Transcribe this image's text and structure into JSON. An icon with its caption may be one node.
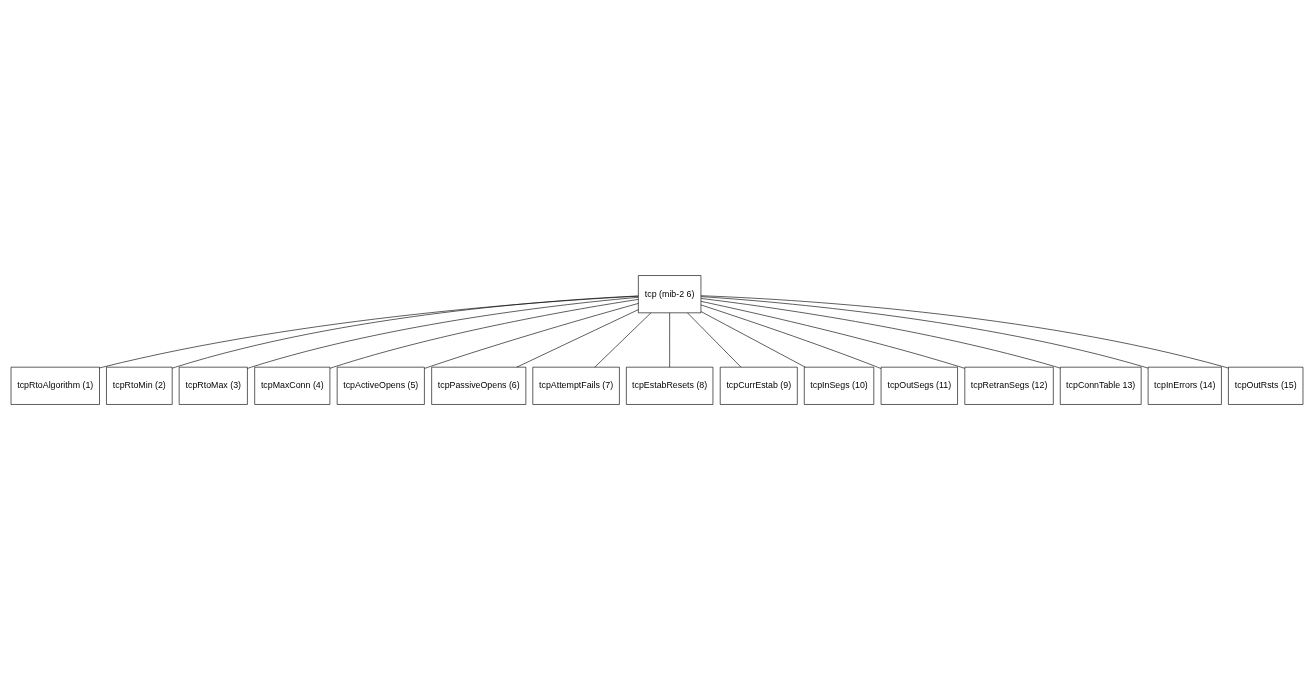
{
  "diagram": {
    "nodes": [
      {
        "text": [
          "tcp (mib-2 6)"
        ]
      },
      {
        "text": [
          "tcpRtoAlgorithm (1)"
        ]
      },
      {
        "text": [
          "tcpRtoMin (2)"
        ]
      },
      {
        "text": [
          "tcpRtoMax (3)"
        ]
      },
      {
        "text": [
          "tcpMaxConn (4)"
        ]
      },
      {
        "text": [
          "tcpActiveOpens (5)"
        ]
      },
      {
        "text": [
          "tcpPassiveOpens (6)"
        ]
      },
      {
        "text": [
          "tcpAttemptFails (7)"
        ]
      },
      {
        "text": [
          "tcpEstabResets (8)"
        ]
      },
      {
        "text": [
          "tcpCurrEstab (9)"
        ]
      },
      {
        "text": [
          "tcpInSegs (10)"
        ]
      },
      {
        "text": [
          "tcpOutSegs (11)"
        ]
      },
      {
        "text": [
          "tcpRetranSegs (12)"
        ]
      },
      {
        "text": [
          "tcpConnTable 13)"
        ]
      },
      {
        "text": [
          "tcpInErrors (14)"
        ]
      },
      {
        "text": [
          "tcpOutRsts (15)"
        ]
      }
    ],
    "edges": [
      {
        "from": 0,
        "to": 1,
        "arrow": "none"
      },
      {
        "from": 0,
        "to": 2,
        "arrow": "none"
      },
      {
        "from": 0,
        "to": 3,
        "arrow": "none"
      },
      {
        "from": 0,
        "to": 4,
        "arrow": "none"
      },
      {
        "from": 0,
        "to": 5,
        "arrow": "none"
      },
      {
        "from": 0,
        "to": 6,
        "arrow": "none"
      },
      {
        "from": 0,
        "to": 7,
        "arrow": "none"
      },
      {
        "from": 0,
        "to": 8,
        "arrow": "none"
      },
      {
        "from": 0,
        "to": 9,
        "arrow": "none"
      },
      {
        "from": 0,
        "to": 10,
        "arrow": "none"
      },
      {
        "from": 0,
        "to": 11,
        "arrow": "none"
      },
      {
        "from": 0,
        "to": 12,
        "arrow": "none"
      },
      {
        "from": 0,
        "to": 13,
        "arrow": "none"
      },
      {
        "from": 0,
        "to": 14,
        "arrow": "none"
      },
      {
        "from": 0,
        "to": 15,
        "arrow": "none"
      }
    ]
  }
}
